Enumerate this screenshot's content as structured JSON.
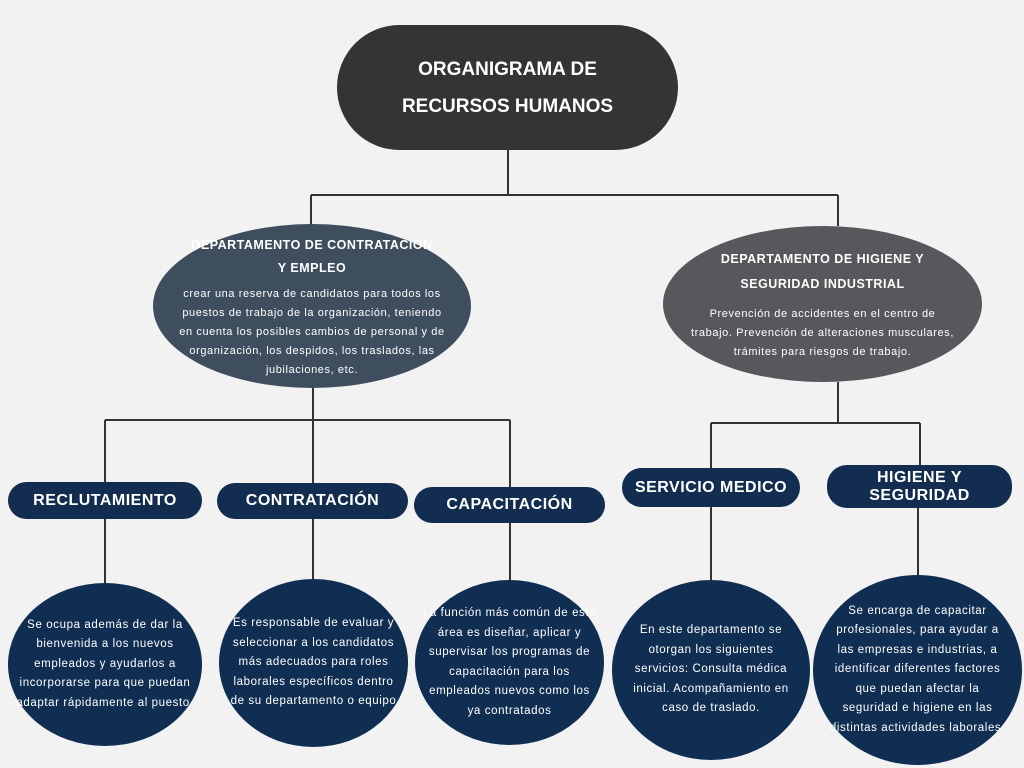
{
  "title": {
    "line1": "ORGANIGRAMA DE",
    "line2": "RECURSOS HUMANOS"
  },
  "departments": [
    {
      "title_line1": "DEPARTAMENTO DE CONTRATACIÓN",
      "title_line2": "Y EMPLEO",
      "description": "crear una reserva de candidatos para todos los puestos de trabajo de la organización, teniendo en cuenta los posibles cambios de personal y de organización, los despidos, los traslados, las jubilaciones, etc."
    },
    {
      "title_line1": "DEPARTAMENTO DE HIGIENE Y",
      "title_line2": "SEGURIDAD INDUSTRIAL",
      "description": "Prevención de accidentes en el centro de trabajo. Prevención de alteraciones musculares, trámites para riesgos de trabajo."
    }
  ],
  "areas": [
    {
      "label": "RECLUTAMIENTO",
      "description": "Se ocupa además de dar la bienvenida a los nuevos empleados y ayudarlos a incorporarse para que puedan adaptar rápidamente al puesto."
    },
    {
      "label": "CONTRATACIÓN",
      "description": "Es responsable de evaluar y seleccionar a los candidatos más adecuados para roles laborales específicos dentro de su departamento o equipo"
    },
    {
      "label": "CAPACITACIÓN",
      "description": "La función más común de esta área es diseñar, aplicar y supervisar los programas de capacitación para los empleados nuevos como los ya contratados"
    },
    {
      "label": "SERVICIO MEDICO",
      "description": "En este departamento se otorgan los siguientes servicios: Consulta médica inicial. Acompañamiento en caso de traslado."
    },
    {
      "label": "HIGIENE Y SEGURIDAD",
      "description": "Se encarga de capacitar profesionales, para ayudar a las empresas e industrias, a identificar diferentes factores que puedan afectar la seguridad e higiene en las distintas actividades laborales."
    }
  ]
}
